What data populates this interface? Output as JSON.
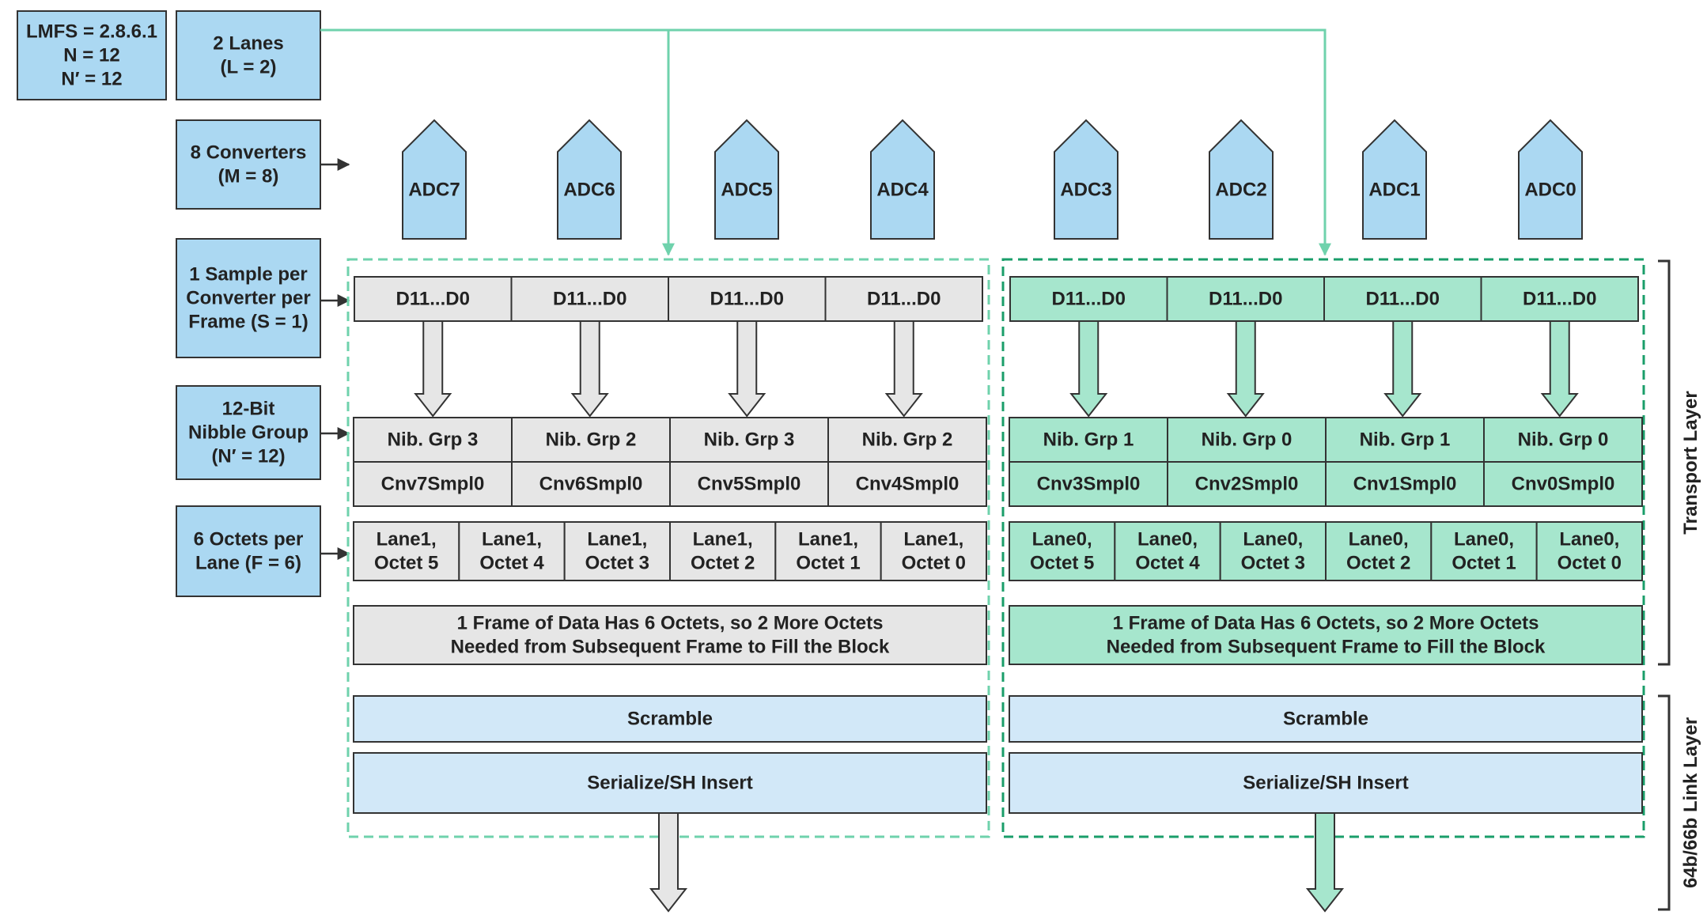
{
  "colors": {
    "blue_fill": "#abd8f2",
    "light_blue_fill": "#d2e8f8",
    "gray_fill": "#e6e6e6",
    "green_fill": "#a6e6cd",
    "green_line": "#6fd2ac",
    "dark_green_dash": "#1a9e6a",
    "stroke": "#333333"
  },
  "params": [
    {
      "id": "lmfs",
      "lines": [
        "LMFS = 2.8.6.1",
        "N = 12",
        "N′ = 12"
      ]
    },
    {
      "id": "lanes",
      "lines": [
        "2 Lanes",
        "(L = 2)"
      ]
    },
    {
      "id": "converters",
      "lines": [
        "8 Converters",
        "(M = 8)"
      ]
    },
    {
      "id": "samples",
      "lines": [
        "1 Sample per",
        "Converter per",
        "Frame (S = 1)"
      ]
    },
    {
      "id": "nibble",
      "lines": [
        "12-Bit",
        "Nibble Group",
        "(N′ = 12)"
      ]
    },
    {
      "id": "octets",
      "lines": [
        "6 Octets per",
        "Lane (F = 6)"
      ]
    }
  ],
  "adcs": [
    "ADC7",
    "ADC6",
    "ADC5",
    "ADC4",
    "ADC3",
    "ADC2",
    "ADC1",
    "ADC0"
  ],
  "lanes": [
    {
      "id": "lane1",
      "data_cells": [
        "D11...D0",
        "D11...D0",
        "D11...D0",
        "D11...D0"
      ],
      "nibble_cells": [
        "Nib. Grp 3",
        "Nib. Grp 2",
        "Nib. Grp 3",
        "Nib. Grp 2"
      ],
      "sample_cells": [
        "Cnv7Smpl0",
        "Cnv6Smpl0",
        "Cnv5Smpl0",
        "Cnv4Smpl0"
      ],
      "octet_cells": [
        [
          "Lane1,",
          "Octet 5"
        ],
        [
          "Lane1,",
          "Octet 4"
        ],
        [
          "Lane1,",
          "Octet 3"
        ],
        [
          "Lane1,",
          "Octet 2"
        ],
        [
          "Lane1,",
          "Octet 1"
        ],
        [
          "Lane1,",
          "Octet 0"
        ]
      ],
      "frame_note": [
        "1 Frame of Data Has 6 Octets, so 2 More Octets",
        "Needed from Subsequent Frame to Fill the Block"
      ],
      "scramble": "Scramble",
      "serialize": "Serialize/SH Insert"
    },
    {
      "id": "lane0",
      "data_cells": [
        "D11...D0",
        "D11...D0",
        "D11...D0",
        "D11...D0"
      ],
      "nibble_cells": [
        "Nib. Grp 1",
        "Nib. Grp 0",
        "Nib. Grp 1",
        "Nib. Grp 0"
      ],
      "sample_cells": [
        "Cnv3Smpl0",
        "Cnv2Smpl0",
        "Cnv1Smpl0",
        "Cnv0Smpl0"
      ],
      "octet_cells": [
        [
          "Lane0,",
          "Octet 5"
        ],
        [
          "Lane0,",
          "Octet 4"
        ],
        [
          "Lane0,",
          "Octet 3"
        ],
        [
          "Lane0,",
          "Octet 2"
        ],
        [
          "Lane0,",
          "Octet 1"
        ],
        [
          "Lane0,",
          "Octet 0"
        ]
      ],
      "frame_note": [
        "1 Frame of Data Has 6 Octets, so 2 More Octets",
        "Needed from Subsequent Frame to Fill the Block"
      ],
      "scramble": "Scramble",
      "serialize": "Serialize/SH Insert"
    }
  ],
  "layer_labels": {
    "transport": "Transport Layer",
    "link": "64b/66b Link Layer"
  }
}
